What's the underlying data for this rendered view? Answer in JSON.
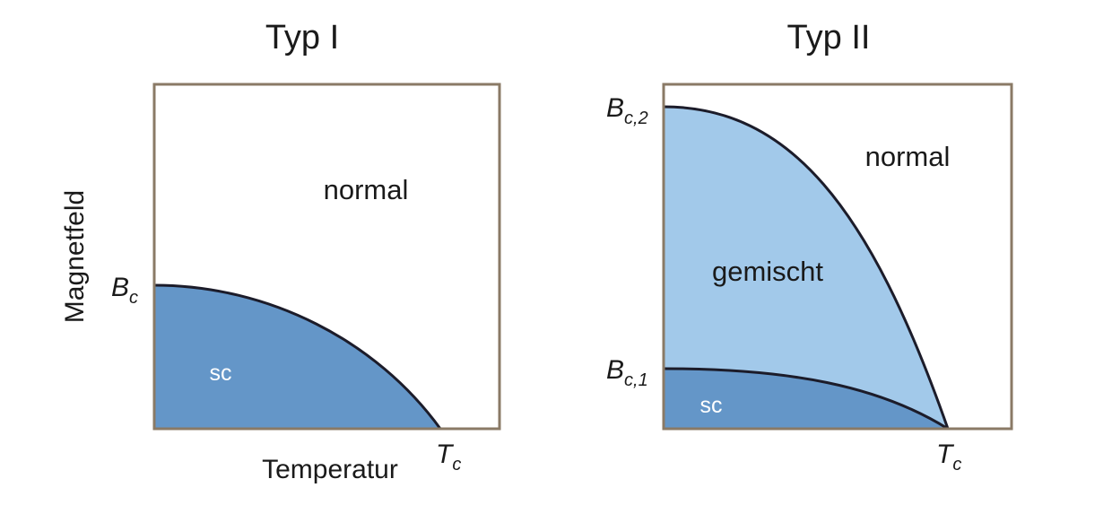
{
  "colors": {
    "frame": "#8a7a66",
    "curve": "#1c1c2a",
    "sc_fill": "#6496c8",
    "mixed_fill": "#a2c9ea",
    "normal_fill": "#ffffff"
  },
  "panels": [
    {
      "id": "typ1",
      "title": "Typ I",
      "labels": {
        "normal": "normal",
        "sc": "sc"
      },
      "symbols": {
        "bc": {
          "base": "B",
          "sub": "c"
        },
        "tc": {
          "base": "T",
          "sub": "c"
        }
      }
    },
    {
      "id": "typ2",
      "title": "Typ II",
      "labels": {
        "normal": "normal",
        "mixed": "gemischt",
        "sc": "sc"
      },
      "symbols": {
        "bc2": {
          "base": "B",
          "sub": "c,2"
        },
        "bc1": {
          "base": "B",
          "sub": "c,1"
        },
        "tc": {
          "base": "T",
          "sub": "c"
        }
      }
    }
  ],
  "axes": {
    "ylabel": "Magnetfeld",
    "xlabel": "Temperatur"
  }
}
